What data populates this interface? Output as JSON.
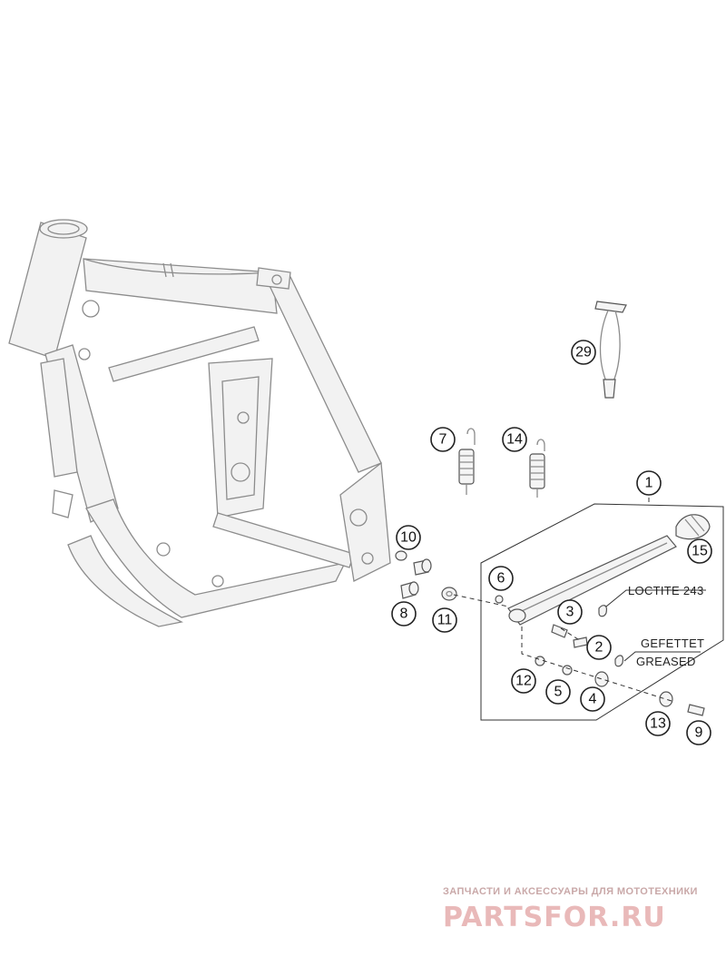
{
  "callouts": [
    "1",
    "2",
    "3",
    "4",
    "5",
    "6",
    "7",
    "8",
    "9",
    "10",
    "11",
    "12",
    "13",
    "14",
    "15",
    "29"
  ],
  "notes": {
    "loctite": "LOCTITE 243",
    "greased_de": "GEFETTET",
    "greased_en": "GREASED"
  },
  "watermark": {
    "tagline": "ЗАПЧАСТИ И АКСЕССУАРЫ ДЛЯ МОТОТЕХНИКИ",
    "logo": "PARTSFOR.RU"
  }
}
